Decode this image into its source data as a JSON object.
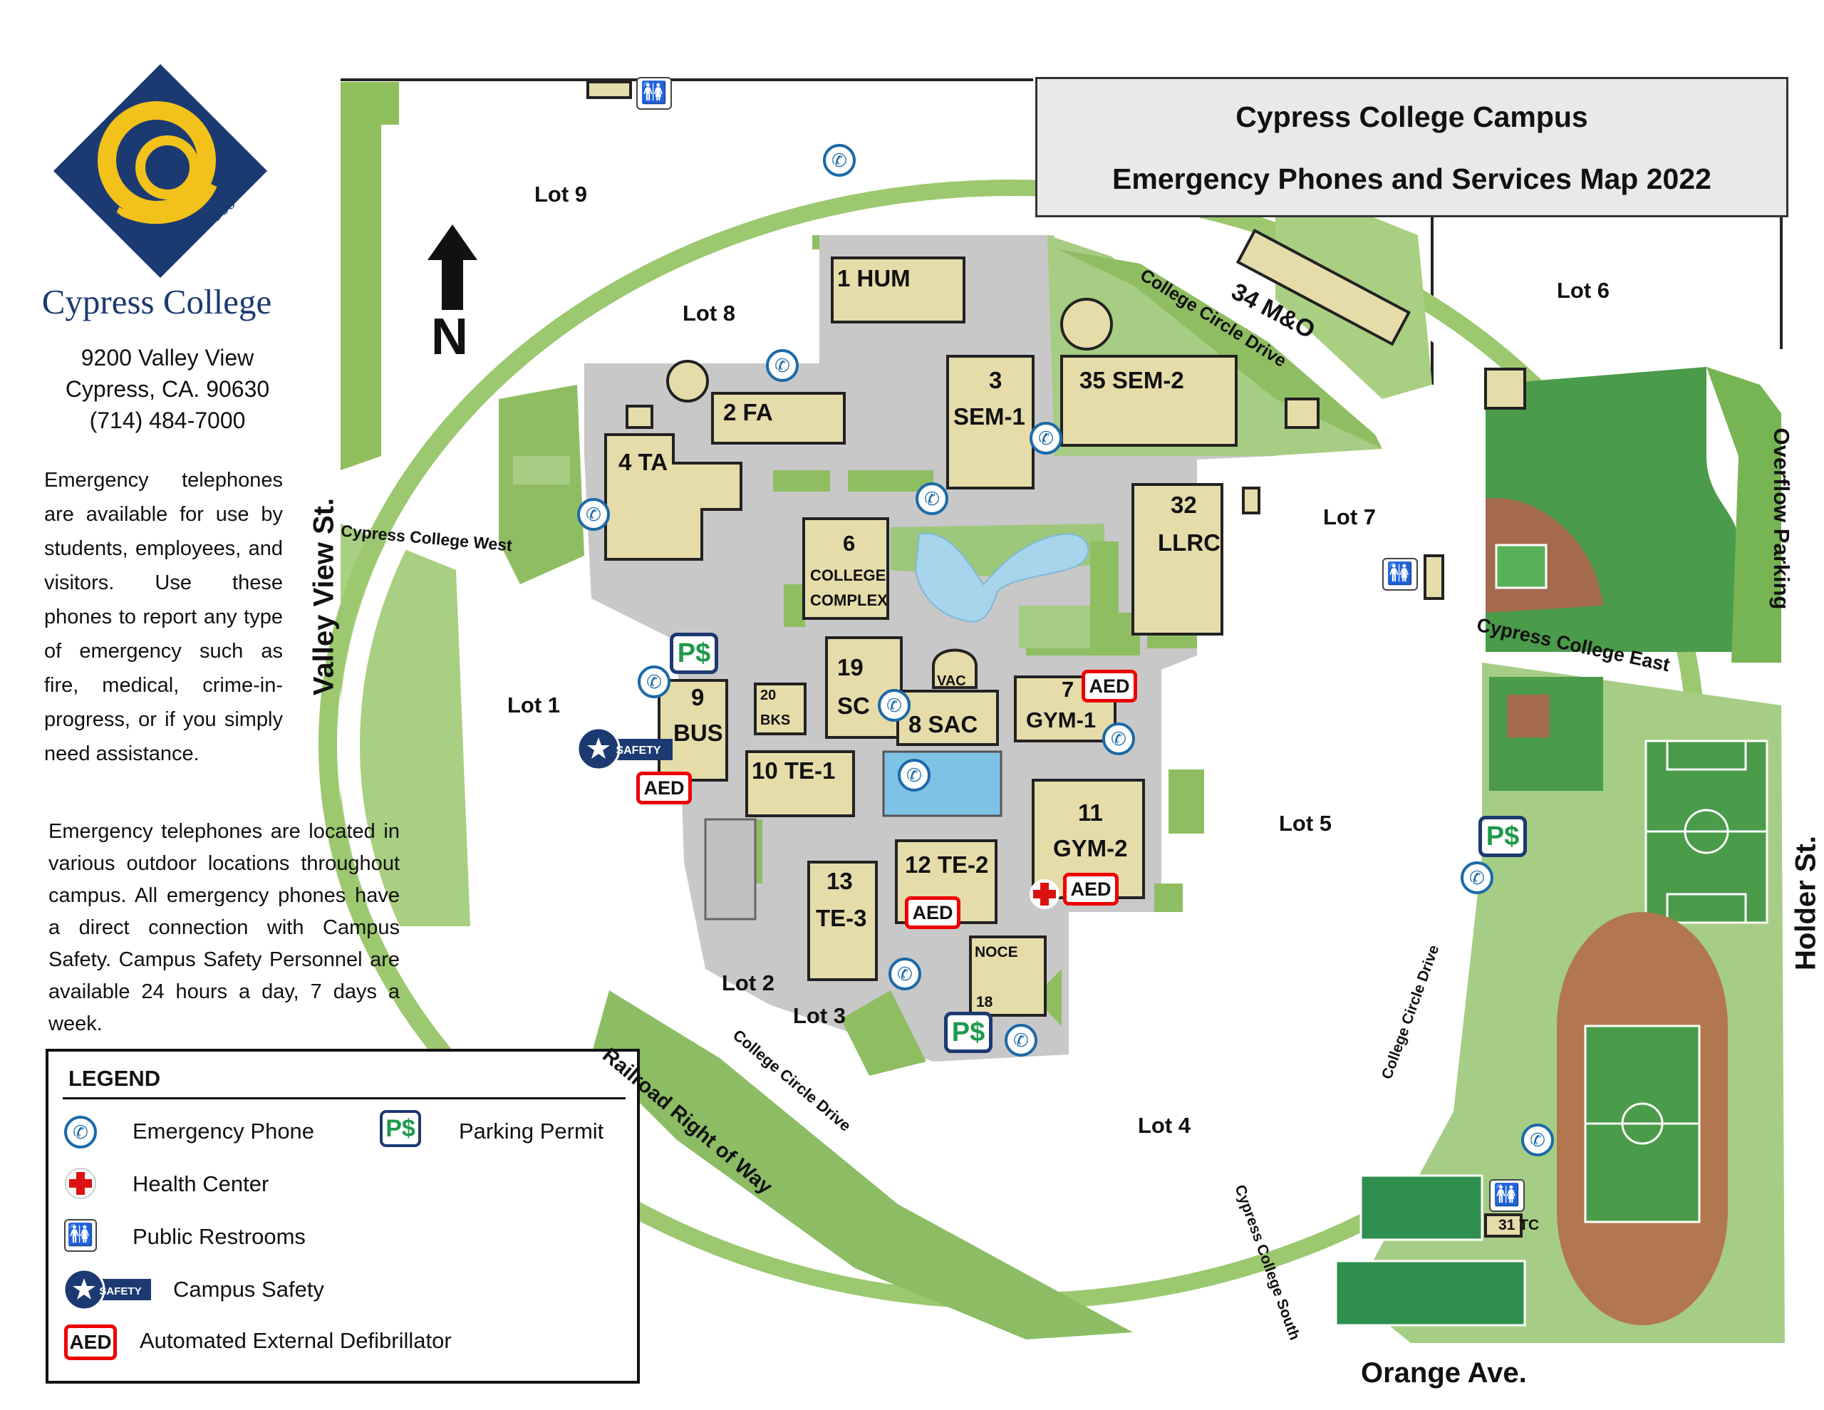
{
  "title": {
    "line1": "Cypress College Campus",
    "line2": "Emergency Phones and Services Map 2022"
  },
  "branding": {
    "logo_est": "Est.",
    "logo_year": "1966",
    "college_name": "Cypress College",
    "colors": {
      "navy": "#1c3a72",
      "gold": "#f2c21a"
    }
  },
  "address": {
    "line1": "9200 Valley View",
    "line2": "Cypress, CA. 90630",
    "phone": "(714) 484-7000"
  },
  "description": {
    "paragraph1": "Emergency telephones are available for use by students, employees, and visitors. Use these phones to report any type of emergency such as fire, medical, crime-in-progress, or if you simply need assistance.",
    "paragraph2": "Emergency telephones are located in various outdoor locations throughout campus. All emergency phones have a direct connection with Campus Safety. Campus Safety Personnel are available 24 hours a day, 7 days a week."
  },
  "legend": {
    "title": "LEGEND",
    "items": {
      "phone": "Emergency Phone",
      "permit": "Parking Permit",
      "health": "Health Center",
      "restroom": "Public Restrooms",
      "safety": "Campus Safety",
      "aed": "Automated External Defibrillator"
    }
  },
  "icon_text": {
    "safety": "SAFETY",
    "aed": "AED",
    "permit": "P$"
  },
  "north": "N",
  "streets": {
    "valley_view": "Valley View St.",
    "holder": "Holder St.",
    "orange": "Orange Ave.",
    "railroad": "Railroad Right of Way",
    "cc_west": "Cypress College West",
    "cc_east": "Cypress College East",
    "cc_south": "Cypress College South",
    "circle_ne": "College Circle Drive",
    "circle_e": "College Circle Drive",
    "circle_sw": "College Circle Drive",
    "overflow": "Overflow Parking"
  },
  "lots": {
    "lot9": "Lot 9",
    "lot8": "Lot 8",
    "lot6": "Lot 6",
    "lot7": "Lot 7",
    "lot1": "Lot 1",
    "lot5": "Lot 5",
    "lot2": "Lot 2",
    "lot3": "Lot 3",
    "lot4": "Lot 4"
  },
  "buildings": {
    "hum": "1 HUM",
    "mo": "34 M&O",
    "sem1_num": "3",
    "sem1": "SEM-1",
    "sem2": "35 SEM-2",
    "fa": "2 FA",
    "ta": "4 TA",
    "llrc_num": "32",
    "llrc": "LLRC",
    "cc_num": "6",
    "cc_l1": "COLLEGE",
    "cc_l2": "COMPLEX",
    "sc_num": "19",
    "sc": "SC",
    "vac": "VAC",
    "sac": "8 SAC",
    "gym1_num": "7",
    "gym1": "GYM-1",
    "bus_num": "9",
    "bus": "BUS",
    "bks_num": "20",
    "bks": "BKS",
    "te1": "10 TE-1",
    "gym2_num": "11",
    "gym2": "GYM-2",
    "te2": "12 TE-2",
    "te3_num": "13",
    "te3": "TE-3",
    "noce": "NOCE",
    "noce_num": "18",
    "tc": "31 TC"
  }
}
